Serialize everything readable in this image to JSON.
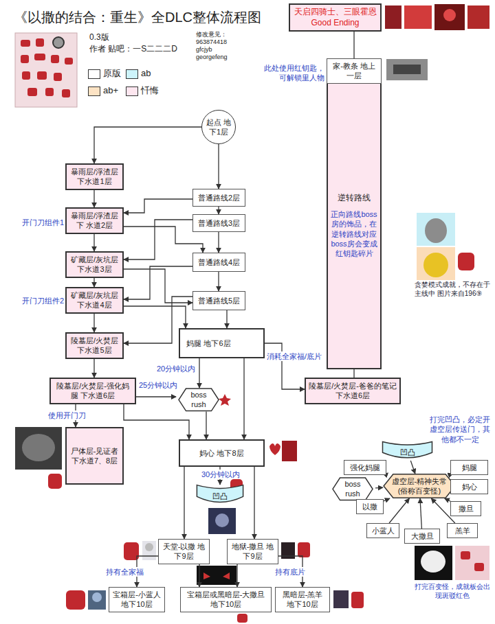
{
  "diagram": {
    "title": "《以撒的结合：重生》全DLC整体流程图",
    "nodes": [
      {
        "text": [
          "起点 地下1层"
        ]
      },
      {
        "text": [
          "暴雨层/浮渣层 下水道1层"
        ]
      },
      {
        "text": [
          "普通路线2层"
        ]
      },
      {
        "text": [
          "暴雨层/浮渣层下 水道2层"
        ]
      },
      {
        "text": [
          "普通路线3层"
        ]
      },
      {
        "text": [
          "矿藏层/灰坑层 下水道3层"
        ]
      },
      {
        "text": [
          "普通路线4层"
        ]
      },
      {
        "text": [
          "矿藏层/灰坑层 下水道4层"
        ]
      },
      {
        "text": [
          "普通路线5层"
        ]
      },
      {
        "text": [
          "陵墓层/火焚层 下水道5层"
        ]
      },
      {
        "text": [
          "妈腿 地下6层"
        ]
      },
      {
        "text": [
          "陵墓层/火焚层-强化妈腿 下水道6层"
        ]
      },
      {
        "text": [
          "boss rush"
        ]
      },
      {
        "text": [
          "陵墓层/火焚层-爸爸的笔记 下水道6层"
        ]
      },
      {
        "text": [
          "逆转路线",
          "正向路线boss房的饰品，在逆转路线对应boss房会变成红钥匙碎片"
        ]
      },
      {
        "text": [
          "家-教条 地上一层"
        ]
      },
      {
        "text": [
          "天启四骑士、三眼霍恩 Good Ending"
        ]
      },
      {
        "text": [
          "尸体层-见证者 下水道7、8层"
        ]
      },
      {
        "text": [
          "妈心 地下8层"
        ]
      },
      {
        "text": [
          "凹凸"
        ]
      },
      {
        "text": [
          "天堂-以撒 地下9层"
        ]
      },
      {
        "text": [
          "地狱-撒旦 地下9层"
        ]
      },
      {
        "text": [
          "宝箱层-小蓝人 地下10层"
        ]
      },
      {
        "text": [
          "宝箱层或黑暗层-大撒旦 地下10层"
        ]
      },
      {
        "text": [
          "黑暗层-羔羊 地下10层"
        ]
      },
      {
        "text": [
          "凹凸"
        ]
      },
      {
        "text": [
          "强化妈腿"
        ]
      },
      {
        "text": [
          "妈腿"
        ]
      },
      {
        "text": [
          "虚空层-精神失常 (俗称百变怪)"
        ]
      },
      {
        "text": [
          "boss rush"
        ]
      },
      {
        "text": [
          "妈心"
        ]
      },
      {
        "text": [
          "以撒"
        ]
      },
      {
        "text": [
          "撒旦"
        ]
      },
      {
        "text": [
          "小蓝人"
        ]
      },
      {
        "text": [
          "羔羊"
        ]
      },
      {
        "text": [
          "大撒旦"
        ]
      }
    ],
    "edges": [
      {
        "from": 0,
        "to": 1,
        "arrow": "to"
      },
      {
        "from": 0,
        "to": 2,
        "arrow": "to"
      },
      {
        "from": 1,
        "to": 3,
        "arrow": "to"
      },
      {
        "from": 2,
        "to": 3,
        "arrow": "to"
      },
      {
        "from": 2,
        "to": 4,
        "arrow": "to"
      },
      {
        "from": 3,
        "to": 5,
        "arrow": "to"
      },
      {
        "from": 3,
        "to": 6,
        "arrow": "to"
      },
      {
        "from": 4,
        "to": 5,
        "arrow": "to"
      },
      {
        "from": 4,
        "to": 6,
        "arrow": "to"
      },
      {
        "from": 5,
        "to": 7,
        "arrow": "to"
      },
      {
        "from": 6,
        "to": 7,
        "arrow": "to"
      },
      {
        "from": 6,
        "to": 8,
        "arrow": "to"
      },
      {
        "from": 5,
        "to": 8,
        "arrow": "to"
      },
      {
        "from": 7,
        "to": 9,
        "arrow": "to"
      },
      {
        "from": 7,
        "to": 10,
        "arrow": "to"
      },
      {
        "from": 8,
        "to": 10,
        "arrow": "to"
      },
      {
        "from": 8,
        "to": 9,
        "arrow": "to"
      },
      {
        "from": 9,
        "to": 11,
        "arrow": "to"
      },
      {
        "from": 10,
        "to": 18,
        "arrow": "to"
      },
      {
        "from": 11,
        "to": 18,
        "arrow": "to"
      },
      {
        "from": 11,
        "to": 17,
        "label": "使用开门刀",
        "arrow": "to"
      },
      {
        "from": 11,
        "to": 12,
        "label": "25分钟以内",
        "arrow": "to"
      },
      {
        "from": 10,
        "to": 12,
        "label": "20分钟以内",
        "arrow": "to"
      },
      {
        "from": 12,
        "to": 18,
        "arrow": "to"
      },
      {
        "from": 10,
        "to": 13,
        "label": "消耗全家福/底片",
        "arrow": "to"
      },
      {
        "from": 13,
        "to": 14,
        "arrow": "to"
      },
      {
        "from": 14,
        "to": 15,
        "arrow": "to"
      },
      {
        "from": 15,
        "to": 16,
        "arrow": "to"
      },
      {
        "from": 18,
        "to": 19,
        "label": "30分钟以内",
        "arrow": "to"
      },
      {
        "from": 18,
        "to": 20,
        "arrow": "to"
      },
      {
        "from": 18,
        "to": 21,
        "arrow": "to"
      },
      {
        "from": 20,
        "to": 22,
        "label": "持有全家福",
        "arrow": "to"
      },
      {
        "from": 20,
        "to": 23,
        "arrow": "to"
      },
      {
        "from": 21,
        "to": 23,
        "arrow": "to"
      },
      {
        "from": 21,
        "to": 24,
        "label": "持有底片",
        "arrow": "to"
      },
      {
        "from": 25,
        "to": 28,
        "arrow": "to"
      },
      {
        "from": 26,
        "to": 28,
        "arrow": "to"
      },
      {
        "from": 27,
        "to": 28,
        "arrow": "to"
      },
      {
        "from": 29,
        "to": 28,
        "arrow": "to"
      },
      {
        "from": 30,
        "to": 28,
        "arrow": "to"
      },
      {
        "from": 31,
        "to": 28,
        "arrow": "to"
      },
      {
        "from": 32,
        "to": 28,
        "arrow": "to"
      },
      {
        "from": 33,
        "to": 28,
        "arrow": "to"
      },
      {
        "from": 34,
        "to": 28,
        "arrow": "to"
      },
      {
        "from": 35,
        "to": 28,
        "arrow": "to"
      }
    ],
    "labels": [
      "0.3版",
      "作者 贴吧：一S二二二D",
      "修改意见：",
      "963874418",
      "gfcjyb",
      "georgefeng",
      "开门刀组件1",
      "开门刀组件2",
      "此处使用红钥匙，可解锁里人物",
      "贪婪模式成就，不存在于主线中 图片来自196⑨",
      "打完凹凸，必定开虚空层传送门，其他都不一定",
      "打完百变怪，成就板会出现斑驳红色"
    ],
    "legend": [
      {
        "text": "原版",
        "color": "#ffffff"
      },
      {
        "text": "ab",
        "color": "#cdf4fb"
      },
      {
        "text": "ab+",
        "color": "#fde3c4"
      },
      {
        "text": "忏悔",
        "color": "#fde6ef"
      }
    ]
  }
}
